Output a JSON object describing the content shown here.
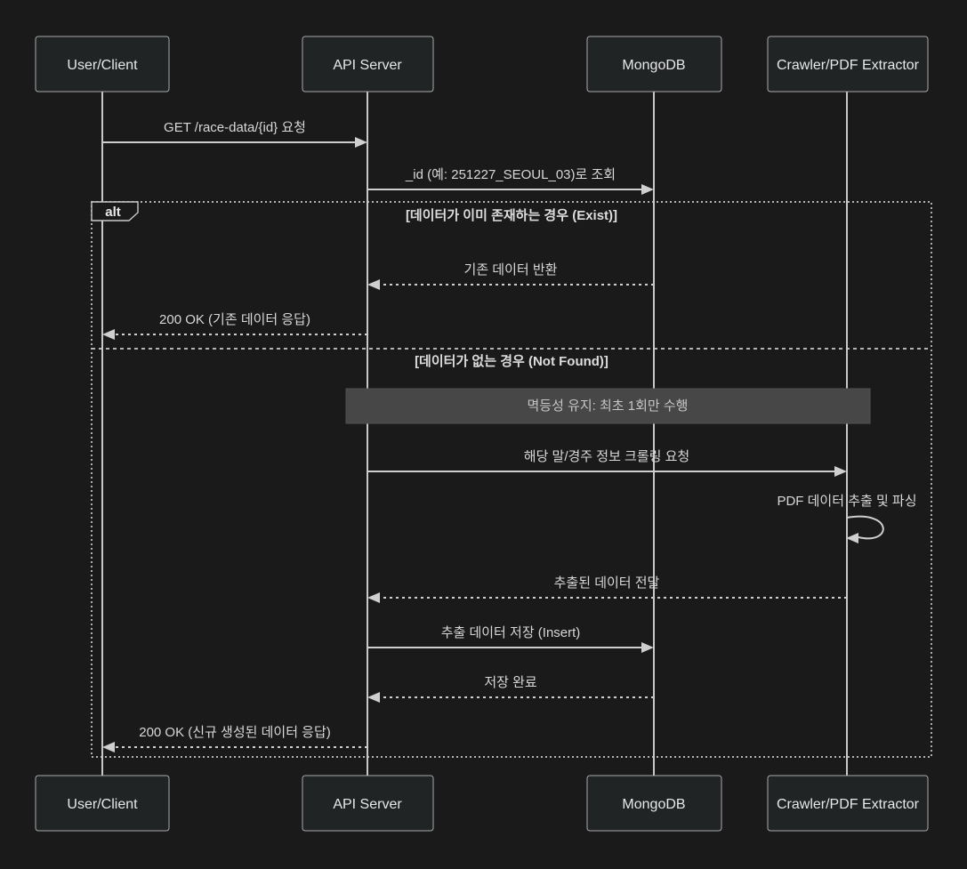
{
  "diagram": {
    "type": "sequence",
    "participants": [
      {
        "label": "User/Client"
      },
      {
        "label": "API Server"
      },
      {
        "label": "MongoDB"
      },
      {
        "label": "Crawler/PDF Extractor"
      }
    ],
    "messages": [
      {
        "from": "User/Client",
        "to": "API Server",
        "label": "GET /race-data/{id} 요청",
        "line": "solid"
      },
      {
        "from": "API Server",
        "to": "MongoDB",
        "label": "_id (예: 251227_SEOUL_03)로 조회",
        "line": "solid"
      },
      {
        "from": "MongoDB",
        "to": "API Server",
        "label": "기존 데이터 반환",
        "line": "dashed"
      },
      {
        "from": "API Server",
        "to": "User/Client",
        "label": "200 OK (기존 데이터 응답)",
        "line": "dashed"
      },
      {
        "from": "API Server",
        "to": "Crawler/PDF Extractor",
        "label": "해당 말/경주 정보 크롤링 요청",
        "line": "solid"
      },
      {
        "from": "Crawler/PDF Extractor",
        "to": "Crawler/PDF Extractor",
        "label": "PDF 데이터 추출 및 파싱",
        "line": "self"
      },
      {
        "from": "Crawler/PDF Extractor",
        "to": "API Server",
        "label": "추출된 데이터 전달",
        "line": "dashed"
      },
      {
        "from": "API Server",
        "to": "MongoDB",
        "label": "추출 데이터 저장 (Insert)",
        "line": "solid"
      },
      {
        "from": "MongoDB",
        "to": "API Server",
        "label": "저장 완료",
        "line": "dashed"
      },
      {
        "from": "API Server",
        "to": "User/Client",
        "label": "200 OK (신규 생성된 데이터 응답)",
        "line": "dashed"
      }
    ],
    "alt_frame": {
      "label": "alt",
      "sections": [
        {
          "condition": "[데이터가 이미 존재하는 경우 (Exist)]"
        },
        {
          "condition": "[데이터가 없는 경우 (Not Found)]"
        }
      ]
    },
    "note": {
      "text": "멱등성 유지: 최초 1회만 수행"
    },
    "colors": {
      "background": "#1a1a1a",
      "actor_fill": "#212425",
      "actor_border": "#a9a9a9",
      "line": "#cfcfcf",
      "text": "#d8d8d8",
      "note_fill": "#474747",
      "note_text": "#c6c6c6"
    }
  }
}
